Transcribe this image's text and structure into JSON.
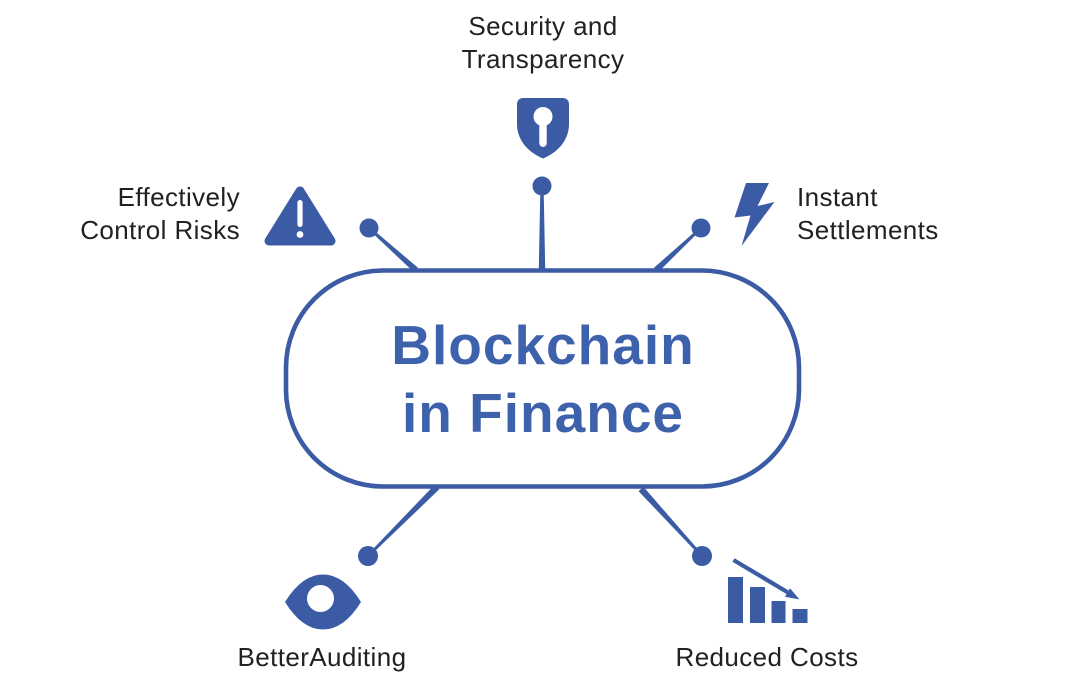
{
  "title": {
    "lines": [
      "Blockchain",
      "in Finance"
    ]
  },
  "nodes": [
    {
      "id": "security-transparency",
      "icon": "shield-lock-icon",
      "position": "top",
      "lines": [
        "Security and",
        "Transparency"
      ]
    },
    {
      "id": "effectively-control-risks",
      "icon": "warning-triangle-icon",
      "position": "upper-left",
      "lines": [
        "Effectively",
        "Control Risks"
      ]
    },
    {
      "id": "instant-settlements",
      "icon": "lightning-bolt-icon",
      "position": "upper-right",
      "lines": [
        "Instant",
        "Settlements"
      ]
    },
    {
      "id": "better-auditing",
      "icon": "eye-icon",
      "position": "lower-left",
      "lines": [
        "BetterAuditing"
      ]
    },
    {
      "id": "reduced-costs",
      "icon": "bar-chart-declining-icon",
      "position": "lower-right",
      "lines": [
        "Reduced Costs"
      ]
    }
  ],
  "colors": {
    "accent": "#3b5ca5",
    "title_text": "#3e61ac",
    "label_text": "#202124",
    "background": "#ffffff"
  }
}
